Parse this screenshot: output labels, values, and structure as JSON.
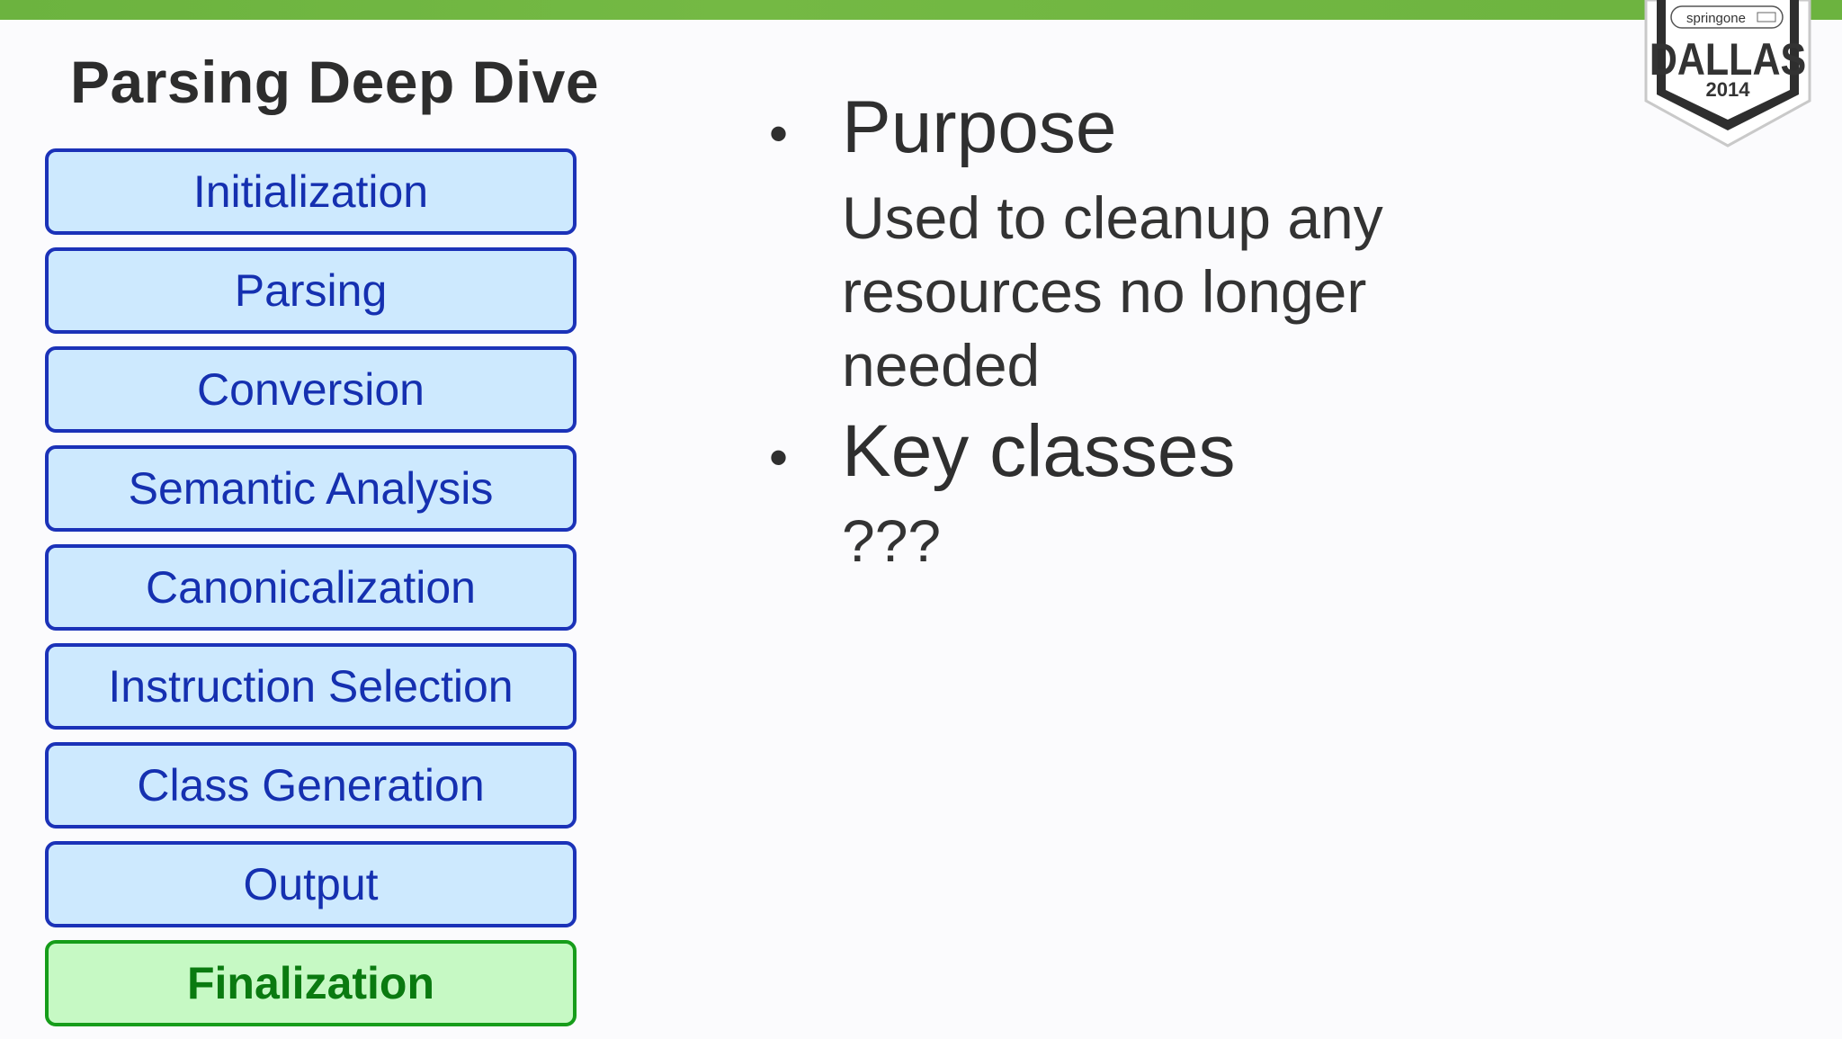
{
  "slide": {
    "title": "Parsing Deep Dive"
  },
  "stages": [
    {
      "label": "Initialization",
      "active": false
    },
    {
      "label": "Parsing",
      "active": false
    },
    {
      "label": "Conversion",
      "active": false
    },
    {
      "label": "Semantic Analysis",
      "active": false
    },
    {
      "label": "Canonicalization",
      "active": false
    },
    {
      "label": "Instruction Selection",
      "active": false
    },
    {
      "label": "Class Generation",
      "active": false
    },
    {
      "label": "Output",
      "active": false
    },
    {
      "label": "Finalization",
      "active": true
    }
  ],
  "content": {
    "purpose_heading": "Purpose",
    "purpose_text_lines": [
      "Used to cleanup any",
      "resources no longer",
      "needed"
    ],
    "keyclasses_heading": "Key classes",
    "keyclasses_text": "???"
  },
  "badge": {
    "brand": "springone",
    "city": "DALLAS",
    "year": "2014"
  },
  "colors": {
    "accent_green": "#6cb33f",
    "stage_border": "#1b32b8",
    "stage_fill": "#cde9fe",
    "stage_text": "#1530b0",
    "active_border": "#169d1a",
    "active_fill": "#c6f9c4",
    "active_text": "#0a7a10"
  }
}
